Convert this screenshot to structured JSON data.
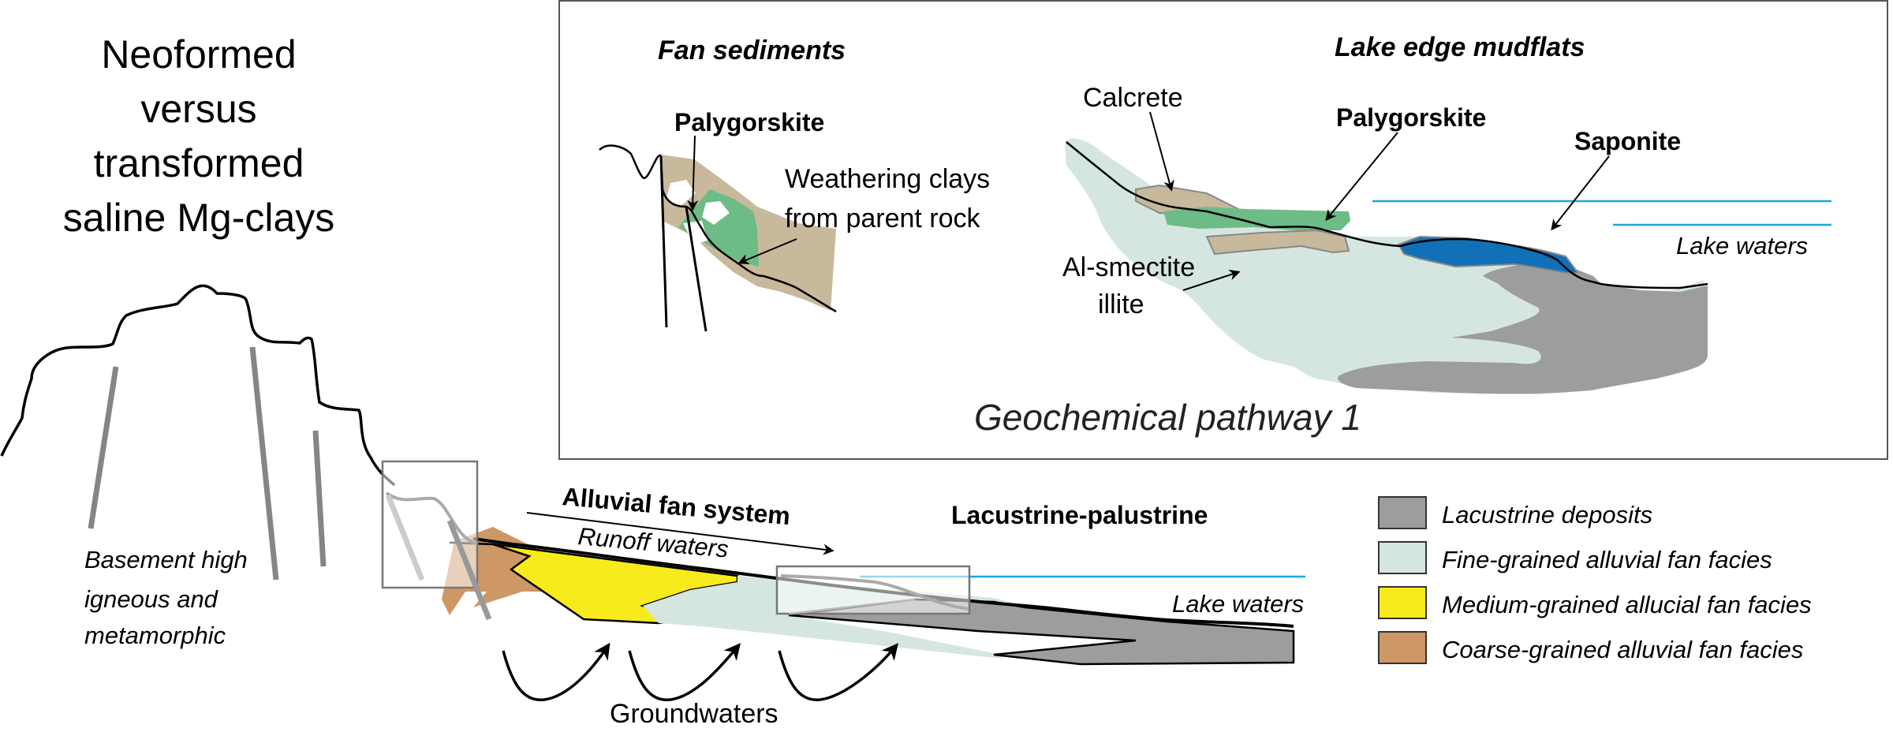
{
  "title": {
    "lines": [
      "Neoformed",
      "versus",
      "transformed",
      "saline Mg-clays"
    ]
  },
  "inset": {
    "caption": "Geochemical pathway 1",
    "fan_sediments": {
      "heading": "Fan sediments",
      "label_palygorskite": "Palygorskite",
      "label_weathering_line1": "Weathering clays",
      "label_weathering_line2": "from parent rock"
    },
    "lake_edge": {
      "heading": "Lake edge mudflats",
      "label_calcrete": "Calcrete",
      "label_palygorskite": "Palygorskite",
      "label_saponite": "Saponite",
      "label_smectite_line1": "Al-smectite",
      "label_smectite_line2": "illite",
      "label_lake_waters": "Lake waters"
    }
  },
  "main_section": {
    "basement_line1": "Basement high",
    "basement_line2": "igneous and",
    "basement_line3": "metamorphic",
    "alluvial_fan_system": "Alluvial fan system",
    "runoff_waters": "Runoff waters",
    "lacustrine_palustrine": "Lacustrine-palustrine",
    "lake_waters": "Lake waters",
    "groundwaters": "Groundwaters"
  },
  "legend": {
    "items": [
      {
        "label": "Lacustrine deposits",
        "color": "#9d9d9d"
      },
      {
        "label": "Fine-grained alluvial fan facies",
        "color": "#d5e6e1"
      },
      {
        "label": "Medium-grained allucial fan facies",
        "color": "#f8eb1c"
      },
      {
        "label": "Coarse-grained alluvial fan facies",
        "color": "#cd9866"
      }
    ]
  },
  "colors": {
    "lacustrine": "#9d9d9d",
    "fine": "#d5e6e1",
    "medium": "#f8eb1c",
    "coarse": "#cd9866",
    "calcrete": "#c8b89c",
    "palygorskite": "#6dbb85",
    "saponite": "#1170b8",
    "water_line": "#1ea6e0",
    "fault": "#858585"
  }
}
